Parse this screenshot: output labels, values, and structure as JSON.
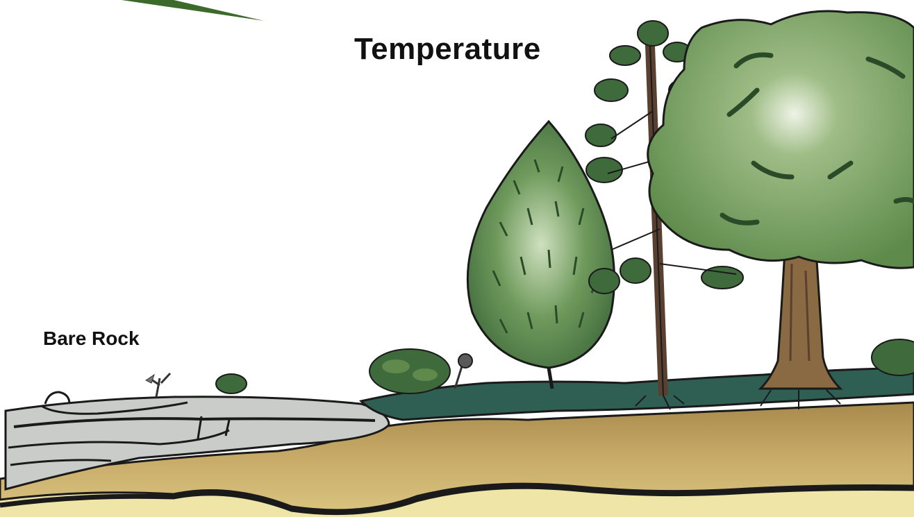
{
  "diagram": {
    "title": "Temperature",
    "stage_label": "Bare Rock",
    "colors": {
      "leaf_dark": "#3f6a3c",
      "leaf_mid": "#6f9a5c",
      "leaf_light": "#e8efe0",
      "trunk": "#7a5a38",
      "rock": "#c9ccc9",
      "soil": "#c8a968",
      "subsoil": "#ede4a8",
      "ground_cover": "#2f5e52",
      "arrow": "#3b6a2a"
    },
    "elements": [
      "sun-arrow",
      "bare-rock",
      "lichen",
      "moss",
      "shrub",
      "conifer",
      "pine",
      "oak-tree",
      "soil-layer"
    ]
  }
}
